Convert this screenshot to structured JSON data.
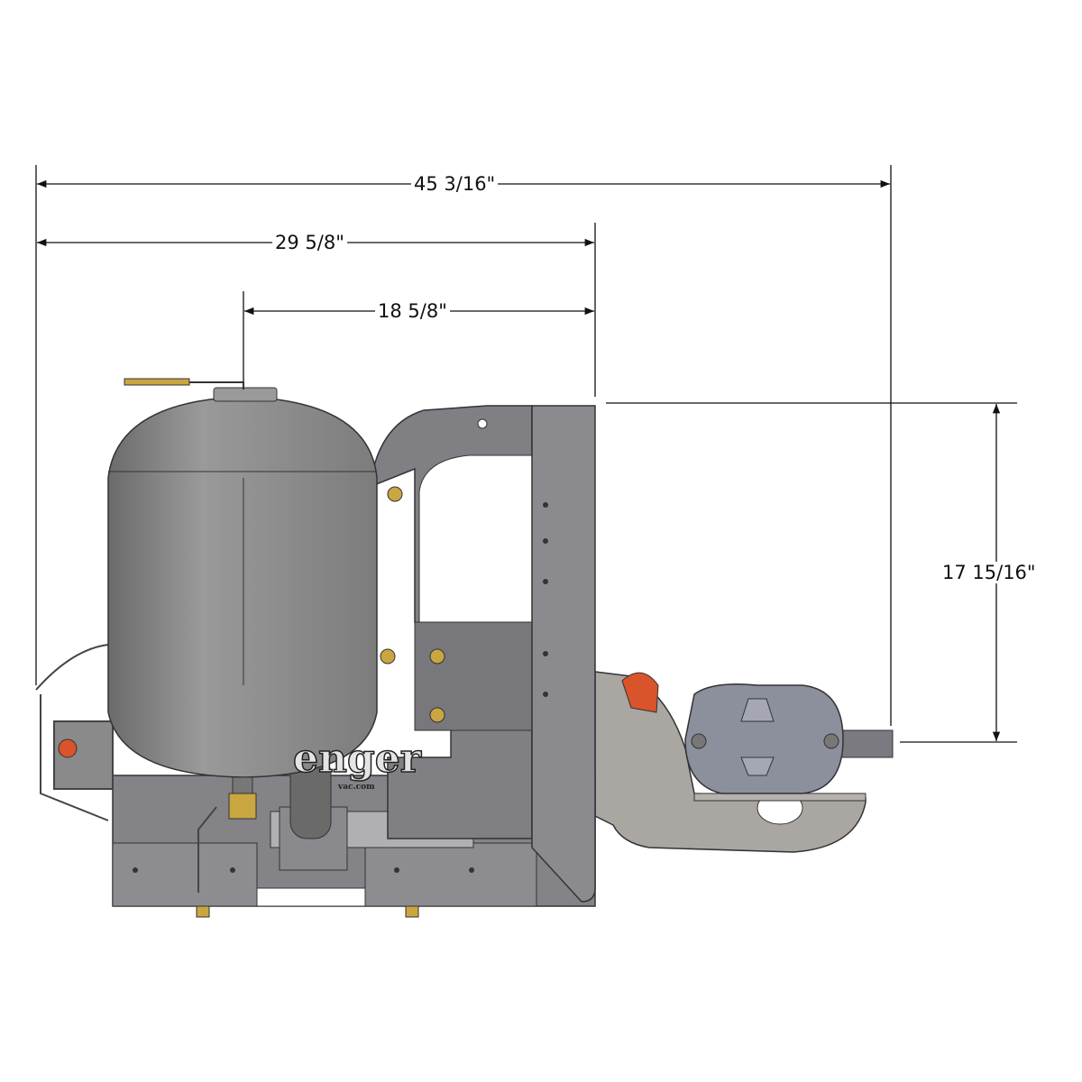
{
  "drawing": {
    "dimensions": {
      "overall_width": "45 3/16\"",
      "frame_width": "29 5/8\"",
      "frame_to_tank_fill": "18 5/8\"",
      "height": "17 15/16\""
    },
    "brand_text": "enger",
    "brand_sub": "vac.com",
    "colors": {
      "body": "#8a8a8a",
      "frame": "#7f7e82",
      "bracket": "#a9a6a2",
      "orange": "#d9532b",
      "brass": "#c9a640",
      "line": "#111111"
    }
  }
}
